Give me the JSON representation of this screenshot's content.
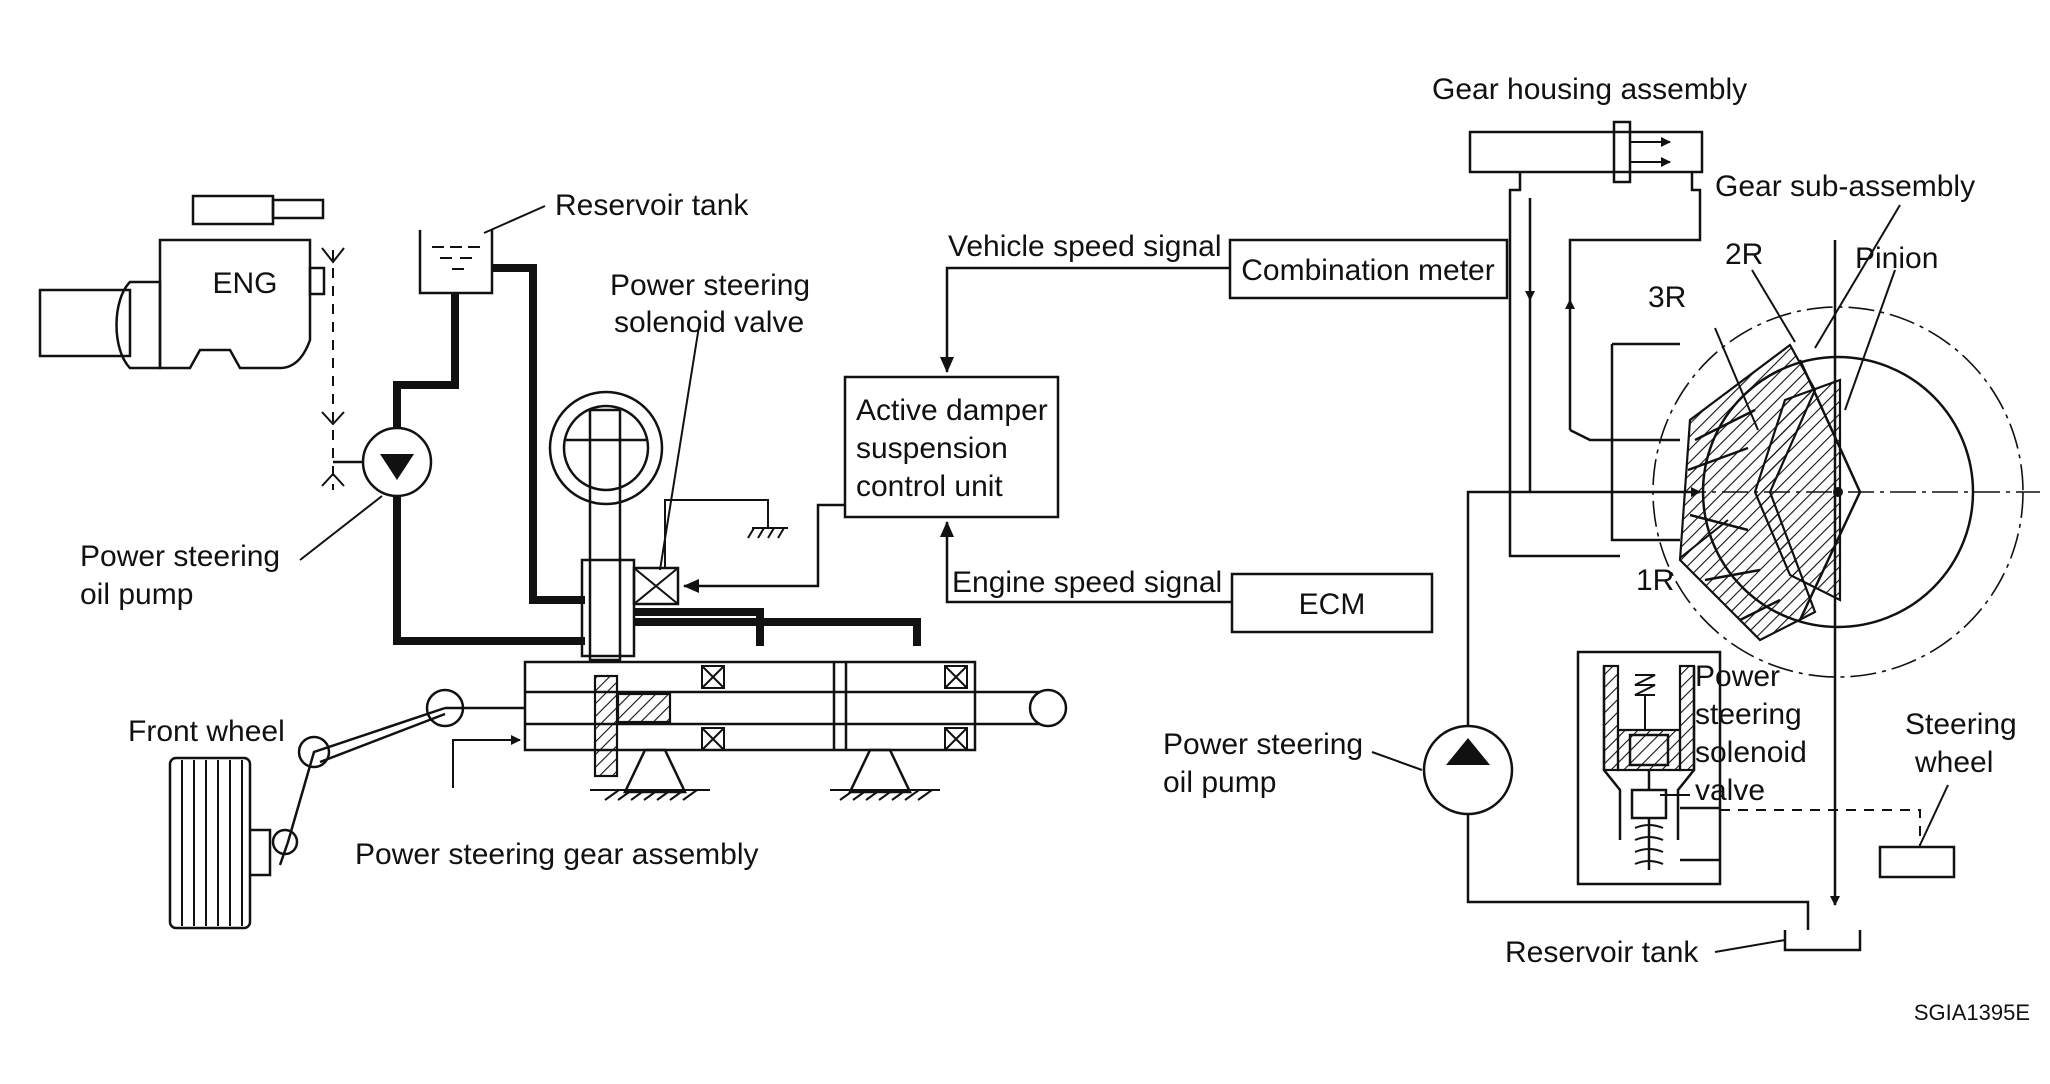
{
  "labels": {
    "eng": "ENG",
    "reservoir_tank_left": "Reservoir tank",
    "ps_solenoid_valve_left_1": "Power steering",
    "ps_solenoid_valve_left_2": "solenoid valve",
    "vehicle_speed_signal": "Vehicle speed signal",
    "combination_meter": "Combination meter",
    "control_unit_1": "Active damper",
    "control_unit_2": "suspension",
    "control_unit_3": "control unit",
    "engine_speed_signal": "Engine speed signal",
    "ecm": "ECM",
    "ps_oil_pump_left_1": "Power steering",
    "ps_oil_pump_left_2": "oil pump",
    "front_wheel": "Front wheel",
    "ps_gear_assembly": "Power steering gear assembly",
    "gear_housing_assembly": "Gear housing assembly",
    "gear_sub_assembly": "Gear sub-assembly",
    "label_2r": "2R",
    "label_3r": "3R",
    "label_1r": "1R",
    "pinion": "Pinion",
    "ps_solenoid_valve_right_1": "Power",
    "ps_solenoid_valve_right_2": "steering",
    "ps_solenoid_valve_right_3": "solenoid",
    "ps_solenoid_valve_right_4": "valve",
    "steering_wheel_1": "Steering",
    "steering_wheel_2": "wheel",
    "ps_oil_pump_right_1": "Power steering",
    "ps_oil_pump_right_2": "oil pump",
    "reservoir_tank_right": "Reservoir tank",
    "figure_code": "SGIA1395E"
  }
}
